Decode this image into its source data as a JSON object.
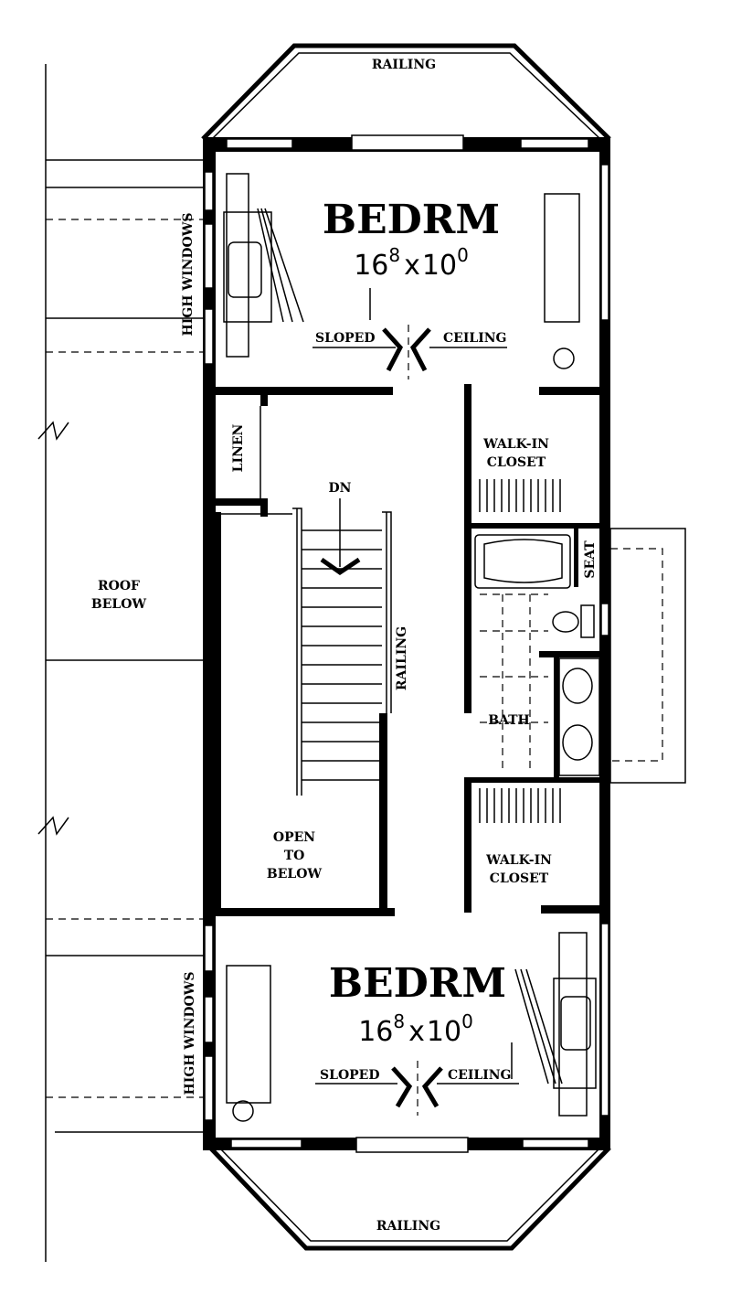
{
  "plan": {
    "top_railing": "RAILING",
    "bottom_railing": "RAILING",
    "stair_railing": "RAILING",
    "roof_below": [
      "ROOF",
      "BELOW"
    ],
    "open_to_below": [
      "OPEN",
      "TO",
      "BELOW"
    ],
    "linen": "LINEN",
    "stair_direction": "DN",
    "bath": "BATH",
    "seat": "SEAT",
    "bedrooms": [
      {
        "name": "BEDRM",
        "dim_a": "16",
        "dim_a_sup": "8",
        "x": "x",
        "dim_b": "10",
        "dim_b_sup": "0",
        "sloped": "SLOPED",
        "ceiling": "CEILING",
        "high_windows": "HIGH WINDOWS"
      },
      {
        "name": "BEDRM",
        "dim_a": "16",
        "dim_a_sup": "8",
        "x": "x",
        "dim_b": "10",
        "dim_b_sup": "0",
        "sloped": "SLOPED",
        "ceiling": "CEILING",
        "high_windows": "HIGH WINDOWS"
      }
    ],
    "closets": [
      {
        "line1": "WALK-IN",
        "line2": "CLOSET"
      },
      {
        "line1": "WALK-IN",
        "line2": "CLOSET"
      }
    ]
  }
}
